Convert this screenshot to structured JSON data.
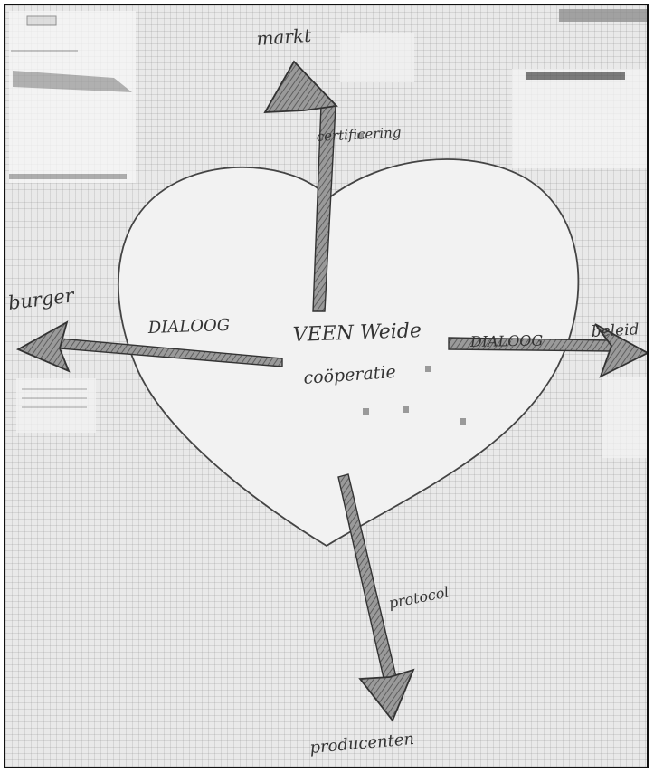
{
  "center": {
    "line1": "VEEN Weide",
    "line2": "coöperatie"
  },
  "arrows": {
    "top": {
      "label": "certificering",
      "target": "markt"
    },
    "left": {
      "label": "DIALOOG",
      "target": "burger"
    },
    "right": {
      "label": "DIALOOG",
      "target": "beleid"
    },
    "bottom": {
      "label": "protocol",
      "target": "producenten"
    }
  },
  "colors": {
    "paper": "#e9e9e9",
    "ink": "#333333",
    "arrow_fill": "#8a8a8a",
    "heart_fill": "#f2f2f2"
  }
}
